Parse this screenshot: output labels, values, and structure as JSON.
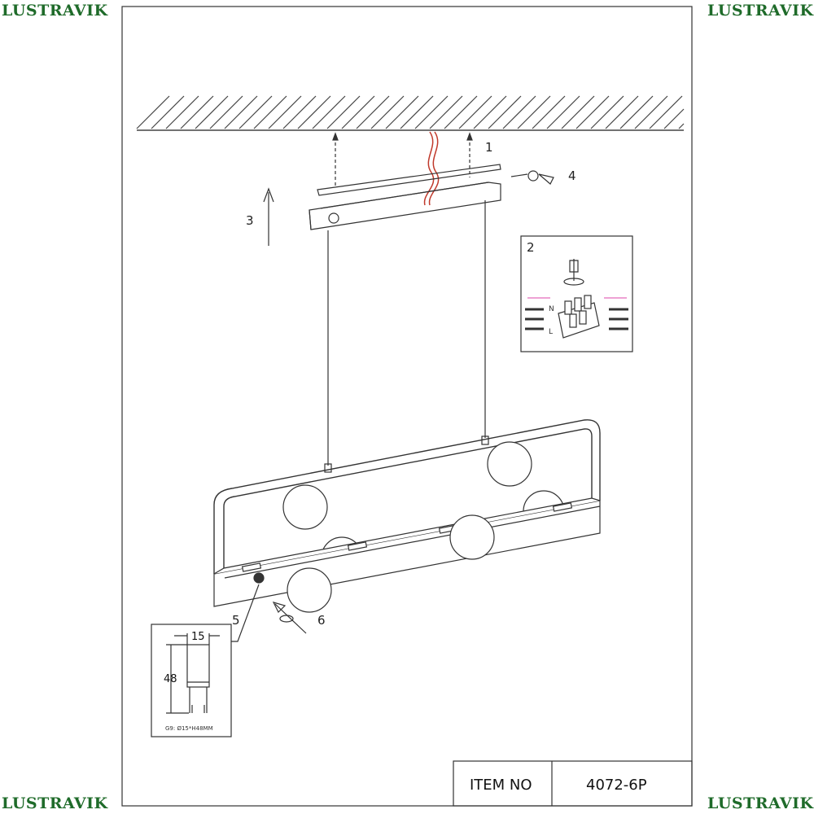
{
  "branding": {
    "logo_text": "LUSTRAVIK",
    "logo_color": "#1f6b2a",
    "logo_accent": "#e8c23a"
  },
  "callouts": {
    "c1": "1",
    "c2": "2",
    "c3": "3",
    "c4": "4",
    "c5": "5",
    "c6": "6"
  },
  "wiring": {
    "neutral": "N",
    "live": "L"
  },
  "bulb": {
    "width": "15",
    "height": "48",
    "spec": "G9: Ø15*H48MM"
  },
  "title_block": {
    "item_label": "ITEM NO",
    "item_value": "4072-6P"
  }
}
